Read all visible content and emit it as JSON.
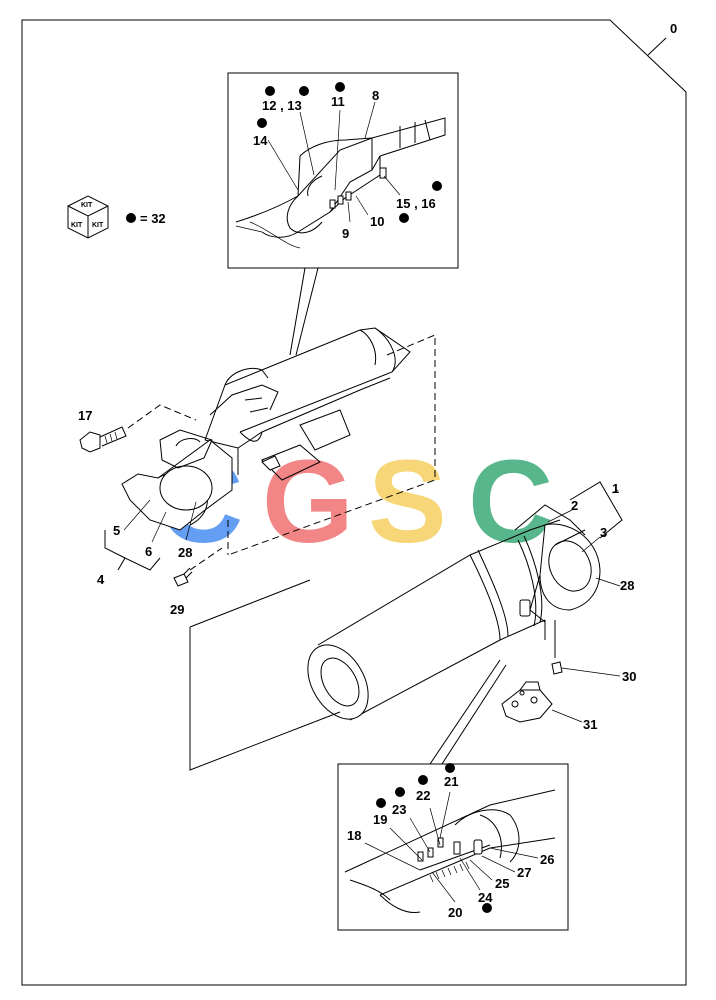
{
  "sheet": {
    "page_tag": "0",
    "kit_icon_text": "KIT",
    "kit_legend": "= 32"
  },
  "watermark": {
    "letters": [
      "C",
      "G",
      "S",
      "C"
    ],
    "colors": [
      "#4a8ef0",
      "#f07070",
      "#f5d060",
      "#3aaa78"
    ]
  },
  "callouts": {
    "c1": "1",
    "c2": "2",
    "c3": "3",
    "c4": "4",
    "c5": "5",
    "c6": "6",
    "c8": "8",
    "c9": "9",
    "c10": "10",
    "c11": "11",
    "c12_13": "12 , 13",
    "c14": "14",
    "c15_16": "15 , 16",
    "c17": "17",
    "c18": "18",
    "c19": "19",
    "c20": "20",
    "c21": "21",
    "c22": "22",
    "c23": "23",
    "c24": "24",
    "c25": "25",
    "c26": "26",
    "c27": "27",
    "c28a": "28",
    "c28b": "28",
    "c29": "29",
    "c30": "30",
    "c31": "31"
  }
}
